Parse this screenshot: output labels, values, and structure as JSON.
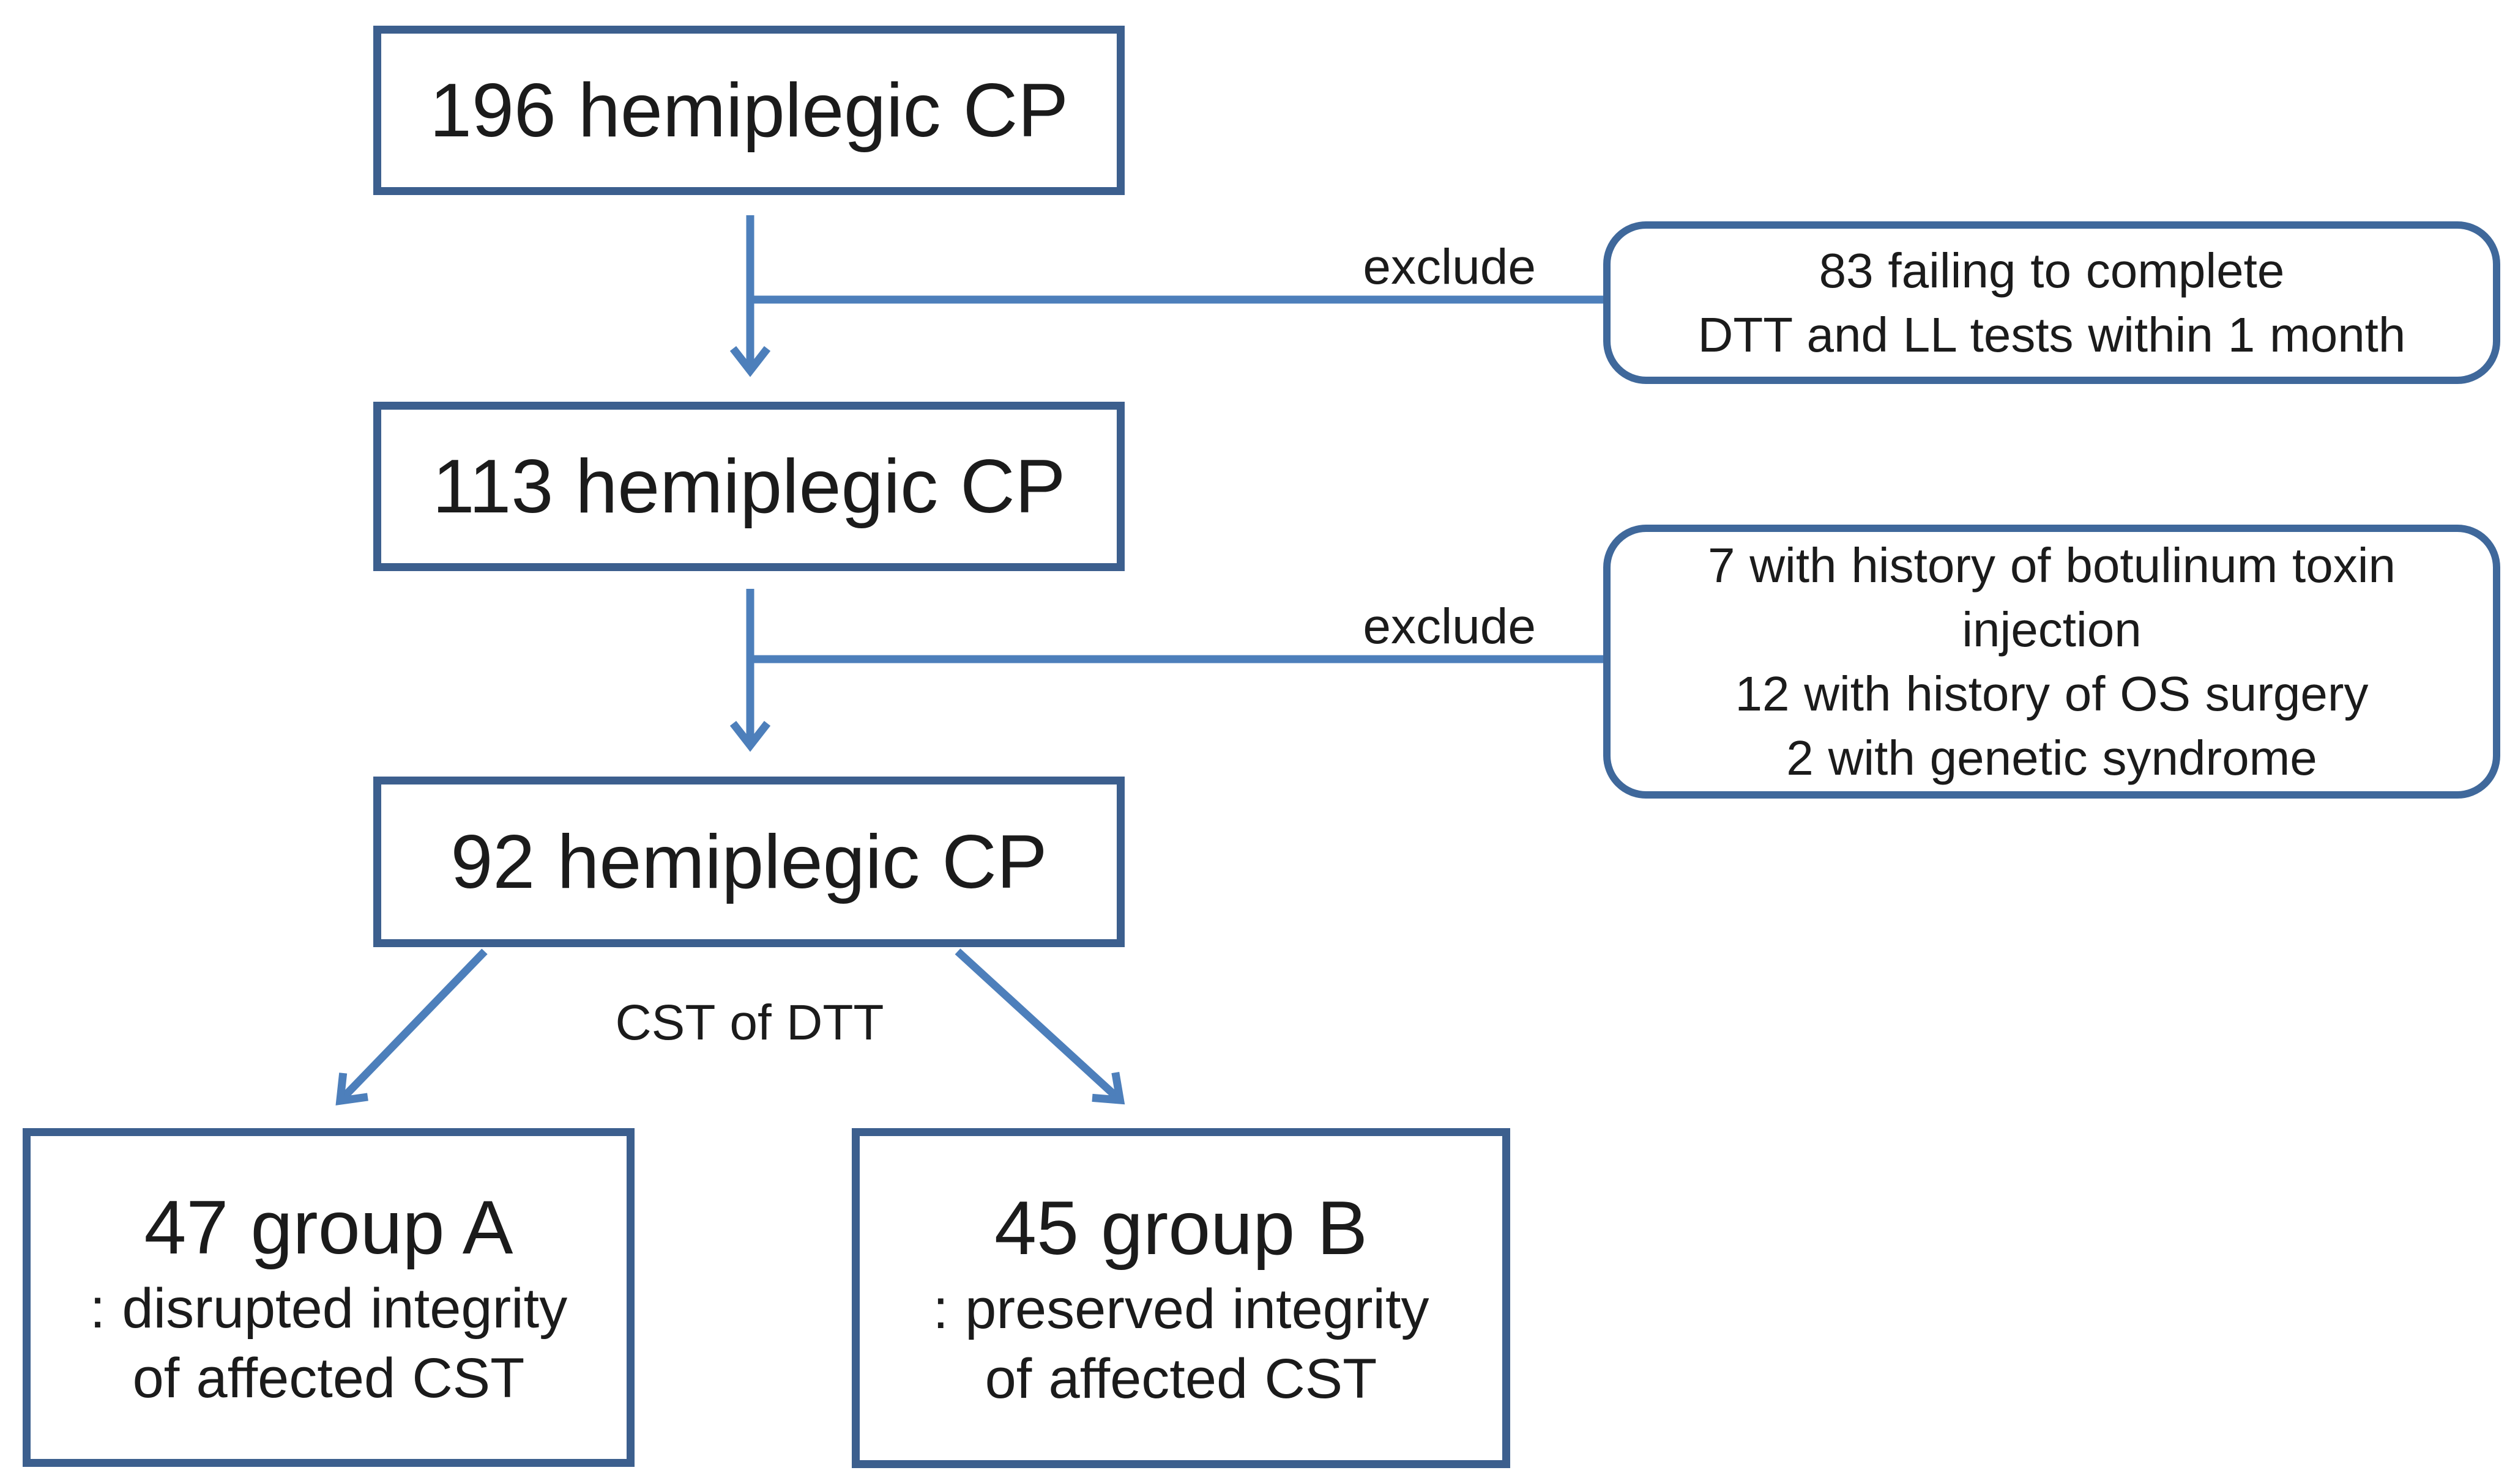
{
  "diagram": {
    "colors": {
      "box_border": "#3c5f8e",
      "rounded_box_border": "#3f689b",
      "arrow": "#4d7fbb",
      "text": "#1b1b1b",
      "background": "#ffffff"
    },
    "nodes": {
      "n196": {
        "text": "196 hemiplegic CP"
      },
      "n113": {
        "text": "113 hemiplegic CP"
      },
      "n92": {
        "text": "92 hemiplegic CP"
      },
      "exclusion1": {
        "lines": [
          "83 failing to complete",
          "DTT and LL tests within 1 month"
        ]
      },
      "exclusion2": {
        "lines": [
          "7 with history of botulinum toxin",
          "injection",
          "12 with history of OS surgery",
          "2 with genetic syndrome"
        ]
      },
      "groupA": {
        "title": "47 group A",
        "lines": [
          ": disrupted integrity",
          "of affected CST"
        ]
      },
      "groupB": {
        "title": "45 group B",
        "lines": [
          ": preserved integrity",
          "of affected CST"
        ]
      }
    },
    "labels": {
      "exclude1": "exclude",
      "exclude2": "exclude",
      "split": "CST of DTT"
    }
  }
}
